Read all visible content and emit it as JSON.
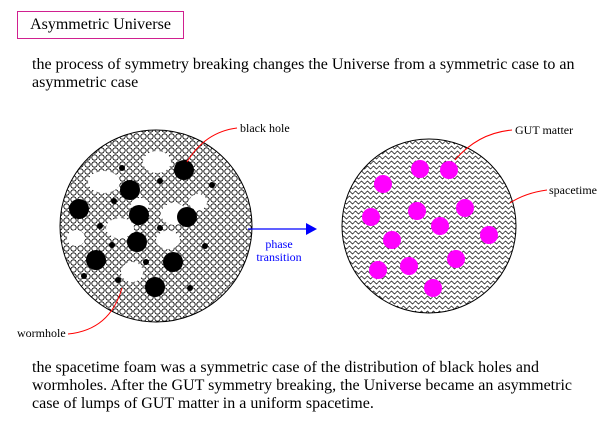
{
  "title": "Asymmetric Universe",
  "intro_text": "the process of symmetry breaking changes the Universe from a symmetric case to an asymmetric case",
  "left_diagram": {
    "label_black_hole": "black hole",
    "label_wormhole": "wormhole"
  },
  "transition": {
    "label_line1": "phase",
    "label_line2": "transition"
  },
  "right_diagram": {
    "label_gut_matter": "GUT matter",
    "label_spacetime": "spacetime"
  },
  "outro_text": "the spacetime foam was a symmetric case of the distribution of black holes and wormholes.  After the GUT symmetry breaking, the Universe became an asymmetric case of lumps of GUT matter in a uniform spacetime.",
  "colors": {
    "title_border": "#d02090",
    "leader_lines": "#ff0000",
    "arrow": "#0000ff",
    "gut_matter": "#ff00ff",
    "black_hole": "#000000"
  }
}
